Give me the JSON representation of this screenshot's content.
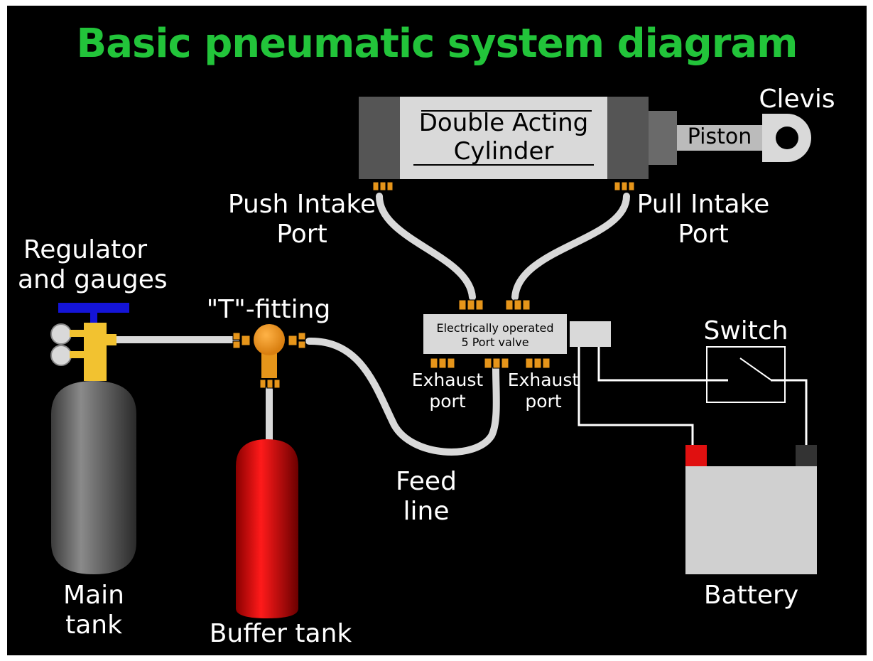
{
  "colors": {
    "background": "#000000",
    "title": "#22c43a",
    "pipe": "#d9d9d9",
    "fitting": "#e6951a",
    "cylinder_body": "#d9d9d9",
    "cylinder_cap": "#555555",
    "main_tank": "#6e6e6e",
    "buffer_tank": "#e01010",
    "regulator": "#f2c230",
    "regulator_knob": "#1414d8",
    "battery_body": "#d0d0d0",
    "battery_positive": "#e01010",
    "battery_negative": "#333333",
    "wire": "#ffffff"
  },
  "title": "Basic pneumatic system diagram",
  "labels": {
    "clevis": "Clevis",
    "cylinder_line1": "Double Acting",
    "cylinder_line2": "Cylinder",
    "piston": "Piston",
    "push_intake_line1": "Push Intake",
    "push_intake_line2": "Port",
    "pull_intake_line1": "Pull Intake",
    "pull_intake_line2": "Port",
    "regulator_line1": "Regulator",
    "regulator_line2": "and gauges",
    "t_fitting": "\"T\"-fitting",
    "valve_line1": "Electrically operated",
    "valve_line2": "5 Port valve",
    "exhaust_left_line1": "Exhaust",
    "exhaust_left_line2": "port",
    "exhaust_right_line1": "Exhaust",
    "exhaust_right_line2": "port",
    "switch": "Switch",
    "feed_line1": "Feed",
    "feed_line2": "line",
    "main_tank_line1": "Main",
    "main_tank_line2": "tank",
    "buffer_tank": "Buffer tank",
    "battery": "Battery"
  },
  "icons": {
    "regulator": "regulator-icon",
    "main_tank": "gas-cylinder-icon",
    "buffer_tank": "gas-cylinder-icon",
    "t_fitting": "tee-fitting-icon",
    "valve": "solenoid-valve-icon",
    "cylinder": "double-acting-cylinder-icon",
    "switch": "switch-icon",
    "battery": "battery-icon"
  }
}
